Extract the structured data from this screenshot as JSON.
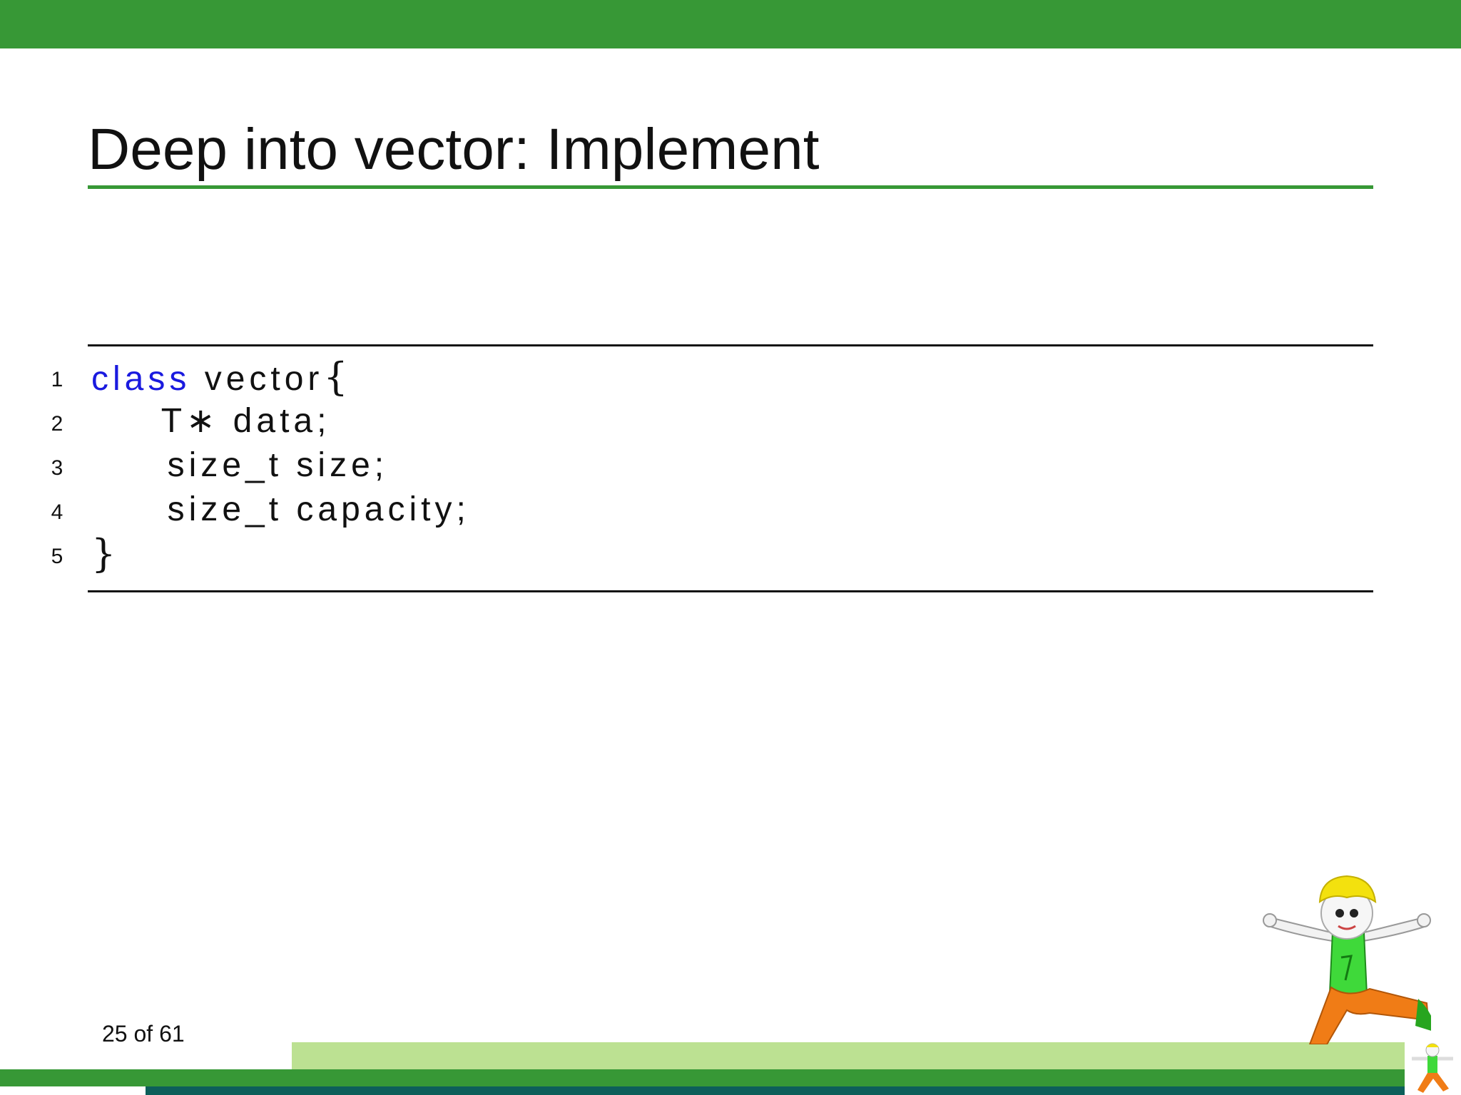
{
  "slide": {
    "title": "Deep into vector: Implement",
    "page_number": "25 of 61"
  },
  "code": {
    "lines": [
      {
        "number": "1",
        "keyword": "class",
        "rest": " vector",
        "brace": "{"
      },
      {
        "number": "2",
        "text": "  T∗ data;"
      },
      {
        "number": "3",
        "text": "  size_t size;"
      },
      {
        "number": "4",
        "text": "  size_t capacity;"
      },
      {
        "number": "5",
        "brace": "}"
      }
    ]
  },
  "colors": {
    "accent_green": "#379836",
    "light_green": "#bce192",
    "teal": "#0d5f5a",
    "keyword_blue": "#1a1adf"
  },
  "icons": {
    "mascot": "cartoon-boy-mascot-icon",
    "mascot_small": "small-cartoon-boy-icon"
  }
}
